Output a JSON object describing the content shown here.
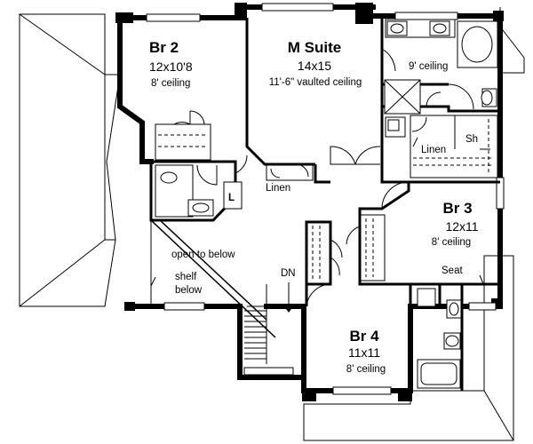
{
  "rooms": {
    "br2": {
      "name": "Br 2",
      "size": "12x10'8",
      "ceiling": "8' ceiling"
    },
    "msuite": {
      "name": "M Suite",
      "size": "14x15",
      "ceiling": "11'-6\" vaulted ceiling"
    },
    "mbath": {
      "ceiling": "9' ceiling"
    },
    "br3": {
      "name": "Br 3",
      "size": "12x11",
      "ceiling": "8' ceiling"
    },
    "br4": {
      "name": "Br 4",
      "size": "11x11",
      "ceiling": "8' ceiling"
    }
  },
  "labels": {
    "linen_suite": "Linen",
    "linen_hall": "Linen",
    "shower": "Sh",
    "open_to_below": "open to below",
    "shelf_line1": "shelf",
    "shelf_line2": "below",
    "stair_down": "DN",
    "seat": "Seat",
    "laundry": "L"
  }
}
